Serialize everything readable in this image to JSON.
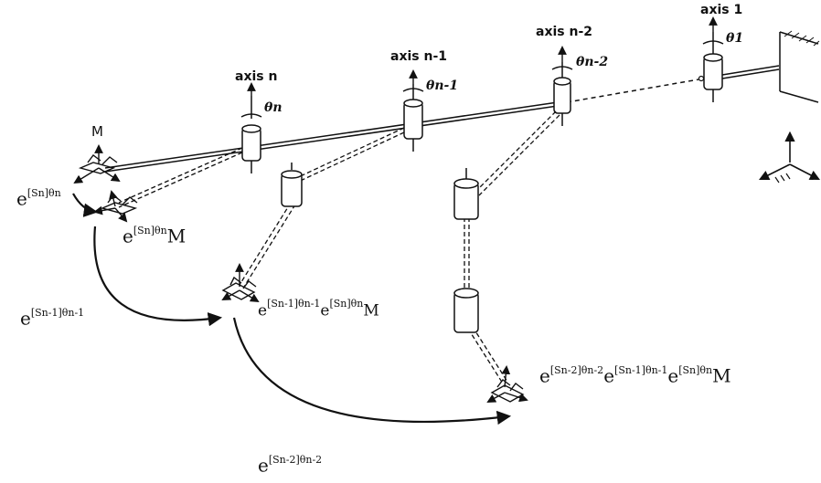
{
  "labels": {
    "axis_n": "axis n",
    "axis_n1": "axis n-1",
    "axis_n2": "axis n-2",
    "axis_1": "axis 1",
    "theta_n": "θn",
    "theta_n1": "θn-1",
    "theta_n2": "θn-2",
    "theta_1": "θ1",
    "M": "M"
  },
  "equations": {
    "e1_base": "e",
    "e1_exp": "[Sn]θn",
    "e1M_base": "e",
    "e1M_exp": "[Sn]θn",
    "e1M_tail": "M",
    "e2_base": "e",
    "e2_exp": "[Sn-1]θn-1",
    "e2M_part1": "e",
    "e2M_exp1": "[Sn-1]θn-1",
    "e2M_part2": "e",
    "e2M_exp2": "[Sn]θn",
    "e2M_tail": "M",
    "e3_base": "e",
    "e3_exp": "[Sn-2]θn-2",
    "e3M_part1": "e",
    "e3M_exp1": "[Sn-2]θn-2",
    "e3M_part2": "e",
    "e3M_exp2": "[Sn-1]θn-1",
    "e3M_part3": "e",
    "e3M_exp3": "[Sn]θn",
    "e3M_tail": "M"
  }
}
